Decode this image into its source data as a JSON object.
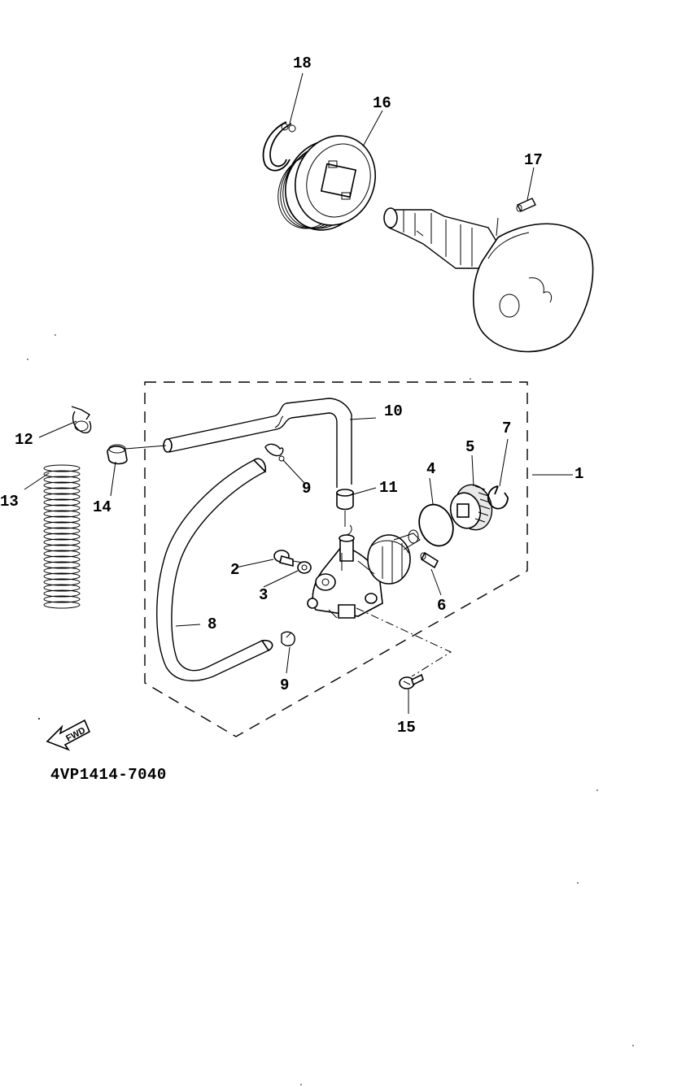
{
  "labels": {
    "p1": "1",
    "p2": "2",
    "p3": "3",
    "p4": "4",
    "p5": "5",
    "p6": "6",
    "p7": "7",
    "p8": "8",
    "p9a": "9",
    "p9b": "9",
    "p10": "10",
    "p11": "11",
    "p12": "12",
    "p13": "13",
    "p14": "14",
    "p15": "15",
    "p16": "16",
    "p17": "17",
    "p18": "18"
  },
  "fwd_label": "FWD",
  "diagram_code": "4VP1414-7040"
}
